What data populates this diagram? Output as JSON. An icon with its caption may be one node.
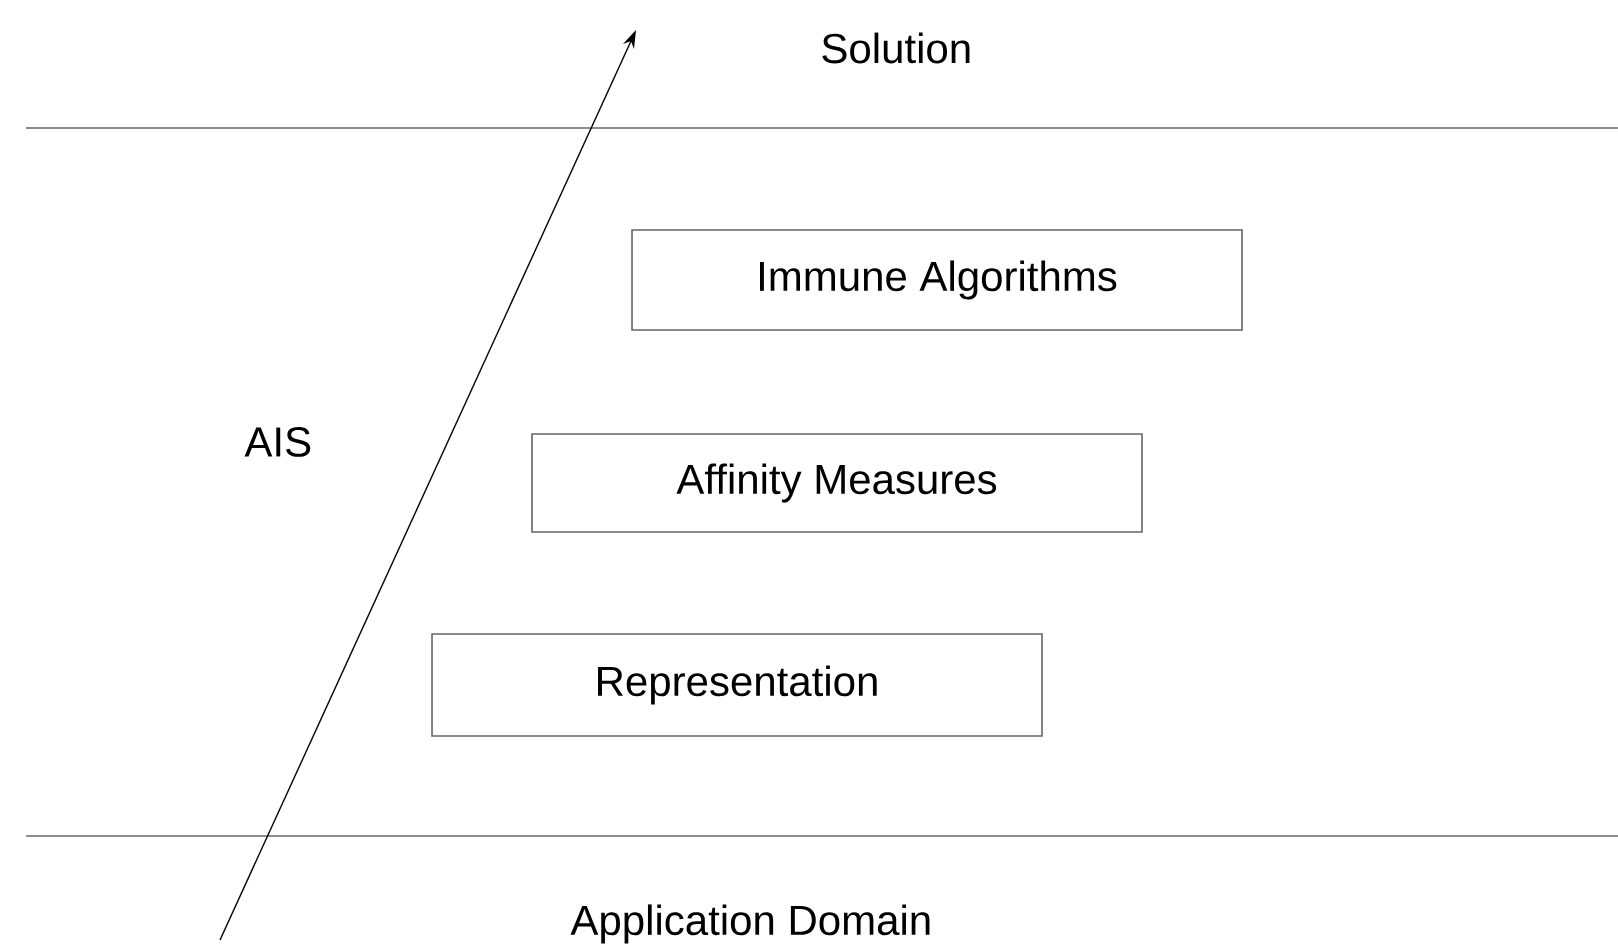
{
  "diagram": {
    "nodes": [
      {
        "text": [
          "Immune Algorithms"
        ]
      },
      {
        "text": [
          "Affinity Measures"
        ]
      },
      {
        "text": [
          "Representation"
        ]
      }
    ],
    "labels": [
      "Solution",
      "AIS",
      "Application Domain"
    ]
  }
}
